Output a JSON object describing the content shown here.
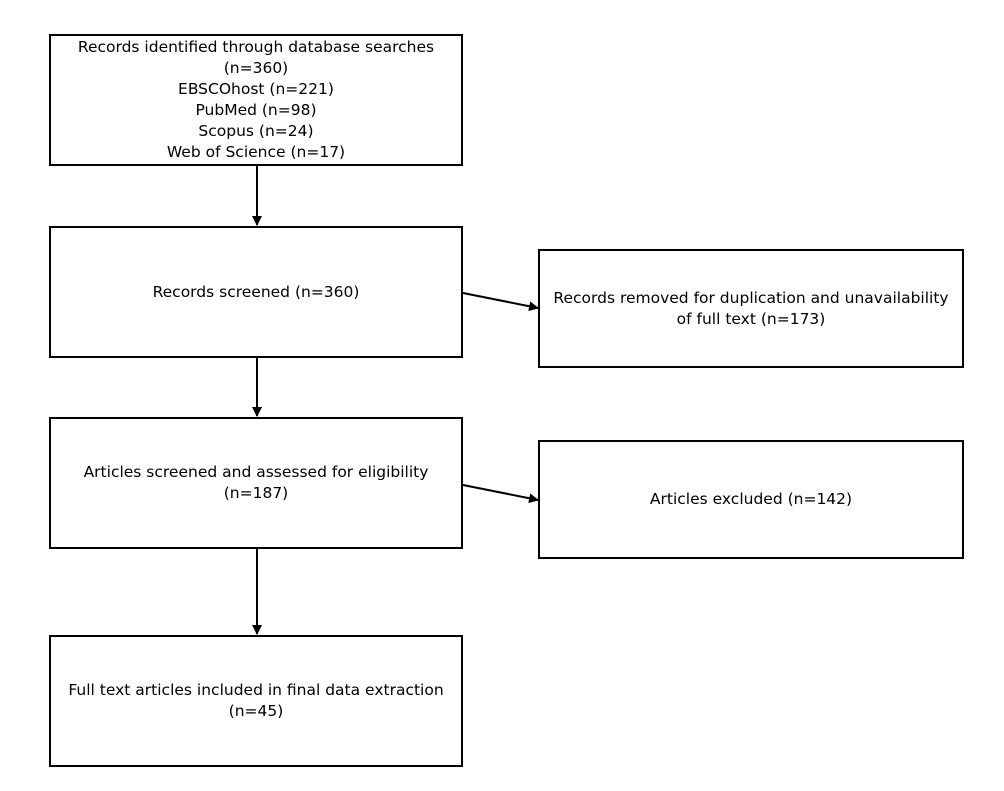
{
  "identification": {
    "title": "Records identified through database searches",
    "total": "(n=360)",
    "sources": [
      "EBSCOhost (n=221)",
      "PubMed (n=98)",
      "Scopus (n=24)",
      "Web of Science (n=17)"
    ]
  },
  "screening": {
    "label": "Records screened (n=360)"
  },
  "removed": {
    "line1": "Records removed for duplication and unavailability",
    "line2": "of full text (n=173)"
  },
  "eligibility": {
    "line1": "Articles screened and assessed for eligibility",
    "line2": "(n=187)"
  },
  "excluded": {
    "label": "Articles excluded (n=142)"
  },
  "included": {
    "line1": "Full text articles included in final data extraction",
    "line2": "(n=45)"
  }
}
